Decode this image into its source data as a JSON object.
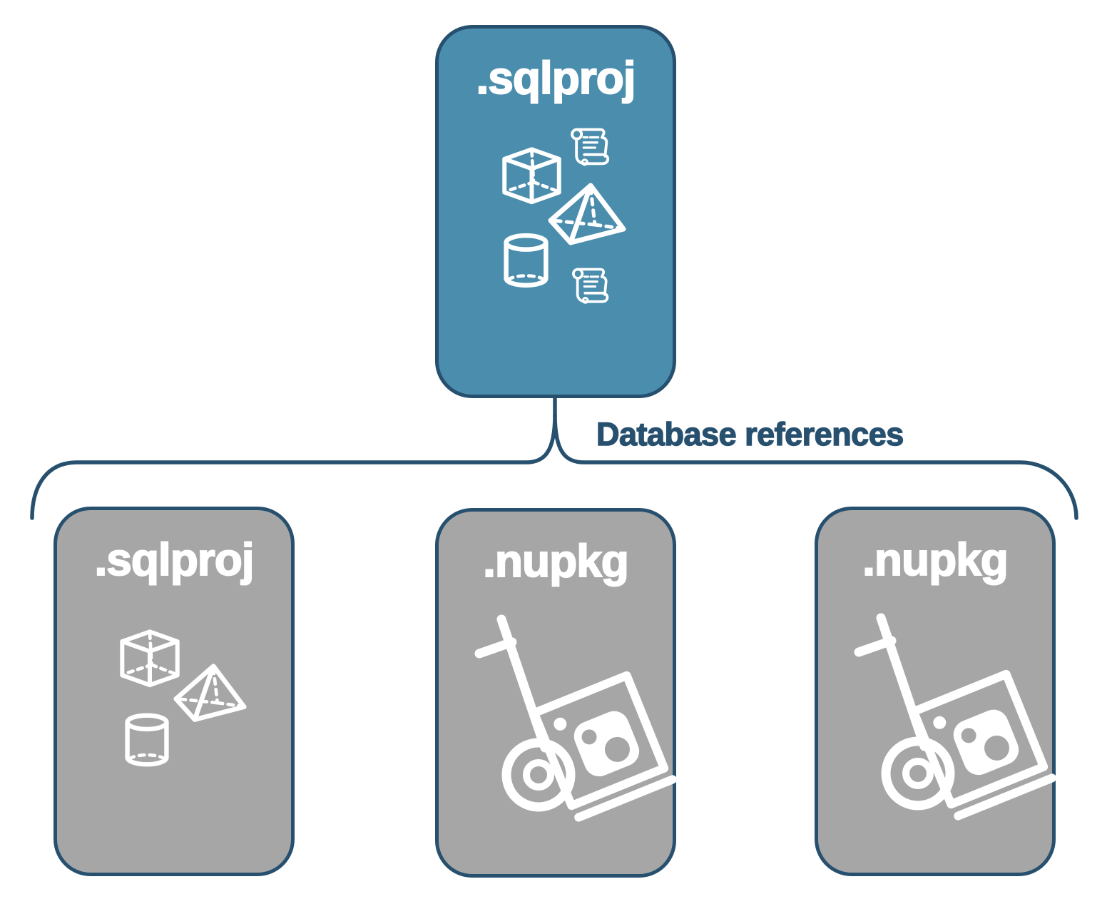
{
  "diagram": {
    "root": {
      "label": ".sqlproj",
      "type": "sql-project",
      "icons": [
        "cube-icon",
        "sql-script-icon",
        "pyramid-icon",
        "database-cylinder-icon",
        "sql-script-icon"
      ]
    },
    "connector_label": "Database references",
    "children": [
      {
        "label": ".sqlproj",
        "type": "sql-project",
        "icons": [
          "cube-icon",
          "pyramid-icon",
          "database-cylinder-icon"
        ]
      },
      {
        "label": ".nupkg",
        "type": "nuget-package",
        "icons": [
          "nuget-hand-truck-icon"
        ]
      },
      {
        "label": ".nupkg",
        "type": "nuget-package",
        "icons": [
          "nuget-hand-truck-icon"
        ]
      }
    ],
    "colors": {
      "root_fill": "#4A8DAD",
      "child_fill": "#A6A6A6",
      "border": "#27506F",
      "connector": "#27506F",
      "connector_label_text": "#27506F",
      "card_label_text": "#FFFFFF",
      "icon_stroke": "#FFFFFF"
    }
  }
}
